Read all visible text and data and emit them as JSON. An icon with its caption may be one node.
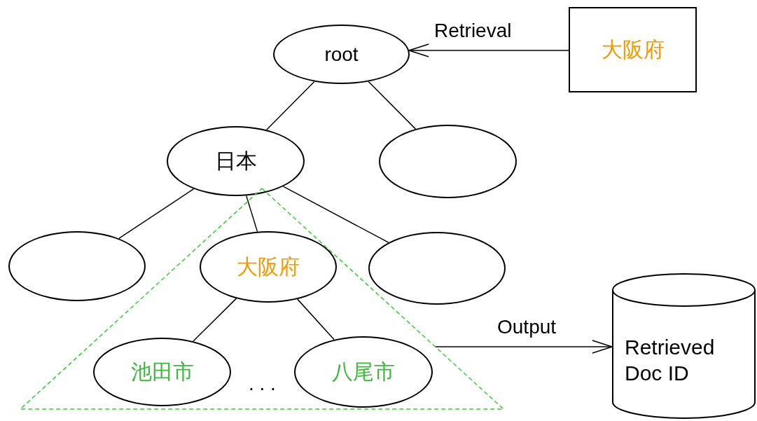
{
  "diagram": {
    "nodes": [
      {
        "text": [
          "root"
        ]
      },
      {
        "text": [
          "日本"
        ]
      },
      {
        "text": [],
        "shape": "ellipse"
      },
      {
        "text": [],
        "shape": "ellipse"
      },
      {
        "text": [],
        "shape": "triangle"
      },
      {
        "text": [
          "大阪府"
        ],
        "in": 4
      },
      {
        "text": [],
        "shape": "ellipse"
      },
      {
        "text": [
          "池田市"
        ],
        "in": 4
      },
      {
        "text": [
          "八尾市"
        ],
        "in": 4
      },
      {
        "text": [
          "大阪府"
        ]
      },
      {
        "text": [
          "Retrieved Doc ID"
        ]
      }
    ],
    "edges": [
      {
        "from": 0,
        "to": 1,
        "arrow": "none"
      },
      {
        "from": 0,
        "to": 2,
        "arrow": "none"
      },
      {
        "from": 1,
        "to": 3,
        "arrow": "none"
      },
      {
        "from": 1,
        "to": 5,
        "arrow": "none"
      },
      {
        "from": 1,
        "to": 6,
        "arrow": "none"
      },
      {
        "from": 5,
        "to": 7,
        "arrow": "none"
      },
      {
        "from": 5,
        "to": 8,
        "arrow": "none"
      },
      {
        "from": 9,
        "to": 0,
        "arrow": "to",
        "label": "Retrieval"
      },
      {
        "from": 4,
        "to": 10,
        "arrow": "to",
        "label": "Output"
      }
    ],
    "labels": [
      ". . ."
    ]
  }
}
